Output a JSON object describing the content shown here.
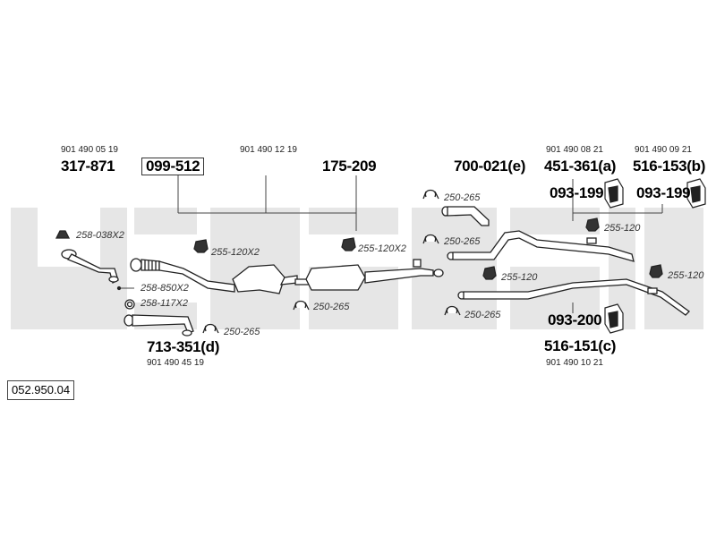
{
  "diagram_id": "052.950.04",
  "main_parts": [
    {
      "id": "front-pipe",
      "part_no": "317-871",
      "oe": "901 490 05 19"
    },
    {
      "id": "connector",
      "part_no": "099-512",
      "oe": "901 490 12 19",
      "boxed": true
    },
    {
      "id": "middle-silencer",
      "part_no": "175-209",
      "oe": ""
    },
    {
      "id": "downpipe",
      "part_no": "713-351(d)",
      "oe": "901 490 45 19"
    },
    {
      "id": "tail-pipe-e",
      "part_no": "700-021(e)",
      "oe": ""
    },
    {
      "id": "rear-pipe-a",
      "part_no": "451-361(a)",
      "oe": "901 490 08 21"
    },
    {
      "id": "rear-pipe-b",
      "part_no": "516-153(b)",
      "oe": "901 490 09 21"
    },
    {
      "id": "rear-pipe-c",
      "part_no": "516-151(c)",
      "oe": "901 490 10 21"
    }
  ],
  "mounts": [
    {
      "id": "mount-a",
      "part_no": "093-199"
    },
    {
      "id": "mount-b",
      "part_no": "093-199"
    },
    {
      "id": "mount-c",
      "part_no": "093-200"
    }
  ],
  "hardware": [
    {
      "id": "hw-258-038",
      "label": "258-038X2"
    },
    {
      "id": "hw-255-120x2-a",
      "label": "255-120X2"
    },
    {
      "id": "hw-258-850",
      "label": "258-850X2"
    },
    {
      "id": "hw-258-117",
      "label": "258-117X2"
    },
    {
      "id": "hw-250-265-a",
      "label": "250-265"
    },
    {
      "id": "hw-250-265-b",
      "label": "250-265"
    },
    {
      "id": "hw-255-120x2-b",
      "label": "255-120X2"
    },
    {
      "id": "hw-250-265-c",
      "label": "250-265"
    },
    {
      "id": "hw-250-265-d",
      "label": "250-265"
    },
    {
      "id": "hw-255-120-a",
      "label": "255-120"
    },
    {
      "id": "hw-255-120-b",
      "label": "255-120"
    },
    {
      "id": "hw-250-265-e",
      "label": "250-265"
    },
    {
      "id": "hw-255-120-c",
      "label": "255-120"
    }
  ],
  "colors": {
    "watermark": "#e6e6e6",
    "line": "#333333",
    "part": "#222222"
  }
}
